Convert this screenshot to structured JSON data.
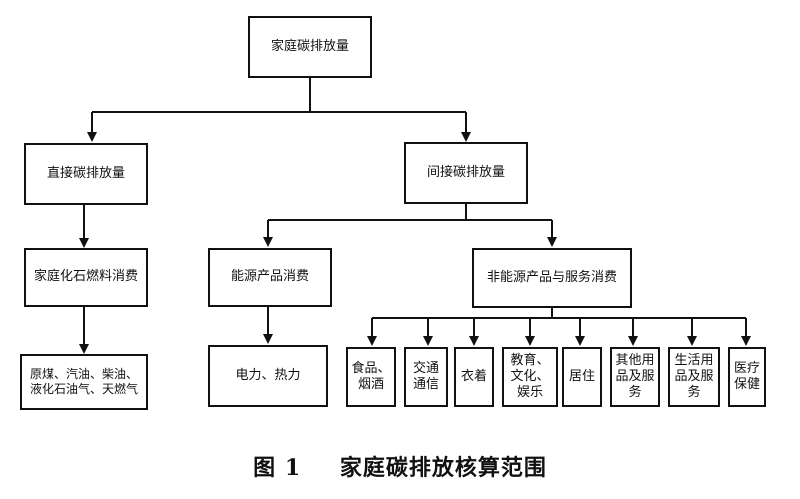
{
  "nodes": {
    "root": "家庭碳排放量",
    "direct": "直接碳排放量",
    "indirect": "间接碳排放量",
    "fossil": "家庭化石燃料消费",
    "fossil_items_line1": "原煤、汽油、柴油、",
    "fossil_items_line2": "液化石油气、天燃气",
    "energy": "能源产品消费",
    "energy_items": "电力、热力",
    "non_energy": "非能源产品与服务消费",
    "food": [
      "食品、",
      "烟酒"
    ],
    "transport": [
      "交通",
      "通信"
    ],
    "clothing": [
      "衣着"
    ],
    "education": [
      "教育、",
      "文化、",
      "娱乐"
    ],
    "housing": [
      "居住"
    ],
    "other_goods": [
      "其他用",
      "品及服",
      "务"
    ],
    "daily_goods": [
      "生活用",
      "品及服",
      "务"
    ],
    "medical": [
      "医疗",
      "保健"
    ]
  },
  "caption": {
    "number": "图 1",
    "title": "家庭碳排放核算范围"
  }
}
